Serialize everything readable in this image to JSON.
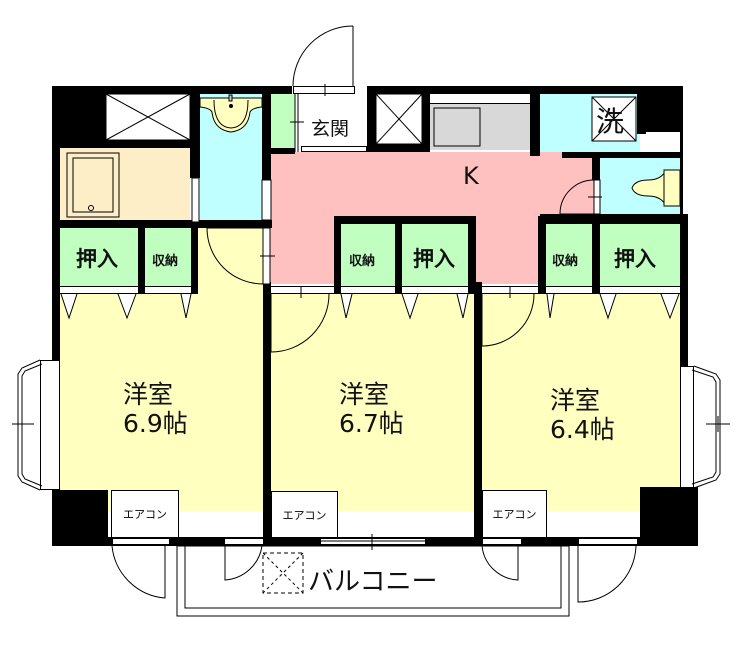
{
  "colors": {
    "wall": "#000000",
    "western_room": "#ffffc0",
    "closet": "#c0ffc0",
    "kitchen": "#ffc0c0",
    "wet_area": "#c0ffff",
    "bath": "#fff0c8",
    "fixture": "#ffffc0",
    "sink_counter": "#d8d8d8",
    "background": "#ffffff"
  },
  "rooms": {
    "entrance": {
      "label": "玄関"
    },
    "kitchen": {
      "label": "K"
    },
    "laundry": {
      "label": "洗"
    },
    "balcony": {
      "label": "バルコニー"
    },
    "west_room": {
      "type": "洋室",
      "size": "6.9帖"
    },
    "center_room": {
      "type": "洋室",
      "size": "6.7帖"
    },
    "east_room": {
      "type": "洋室",
      "size": "6.4帖"
    }
  },
  "closets": {
    "west_oshiire": "押入",
    "west_shuno": "収納",
    "center_shuno": "収納",
    "center_oshiire": "押入",
    "east_shuno": "収納",
    "east_oshiire": "押入"
  },
  "aircon": {
    "west": "エアコン",
    "center": "エアコン",
    "east": "エアコン"
  }
}
